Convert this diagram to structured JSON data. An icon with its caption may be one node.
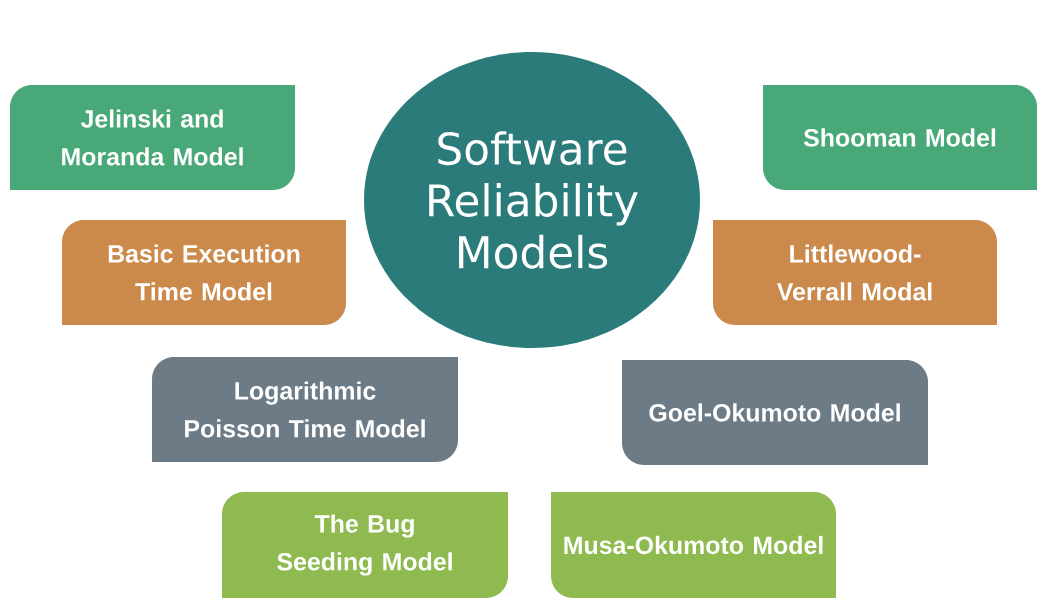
{
  "diagram": {
    "nodes": [
      {
        "text": [
          "Software Reliability Models"
        ]
      },
      {
        "text": [
          "Jelinski and Moranda Model"
        ]
      },
      {
        "text": [
          "Shooman Model"
        ]
      },
      {
        "text": [
          "Basic Execution Time Model"
        ]
      },
      {
        "text": [
          "Littlewood- Verrall Modal"
        ]
      },
      {
        "text": [
          "Logarithmic Poisson Time Model"
        ]
      },
      {
        "text": [
          "Goel-Okumoto Model"
        ]
      },
      {
        "text": [
          "The Bug Seeding Model"
        ]
      },
      {
        "text": [
          "Musa-Okumoto Model"
        ]
      }
    ]
  }
}
